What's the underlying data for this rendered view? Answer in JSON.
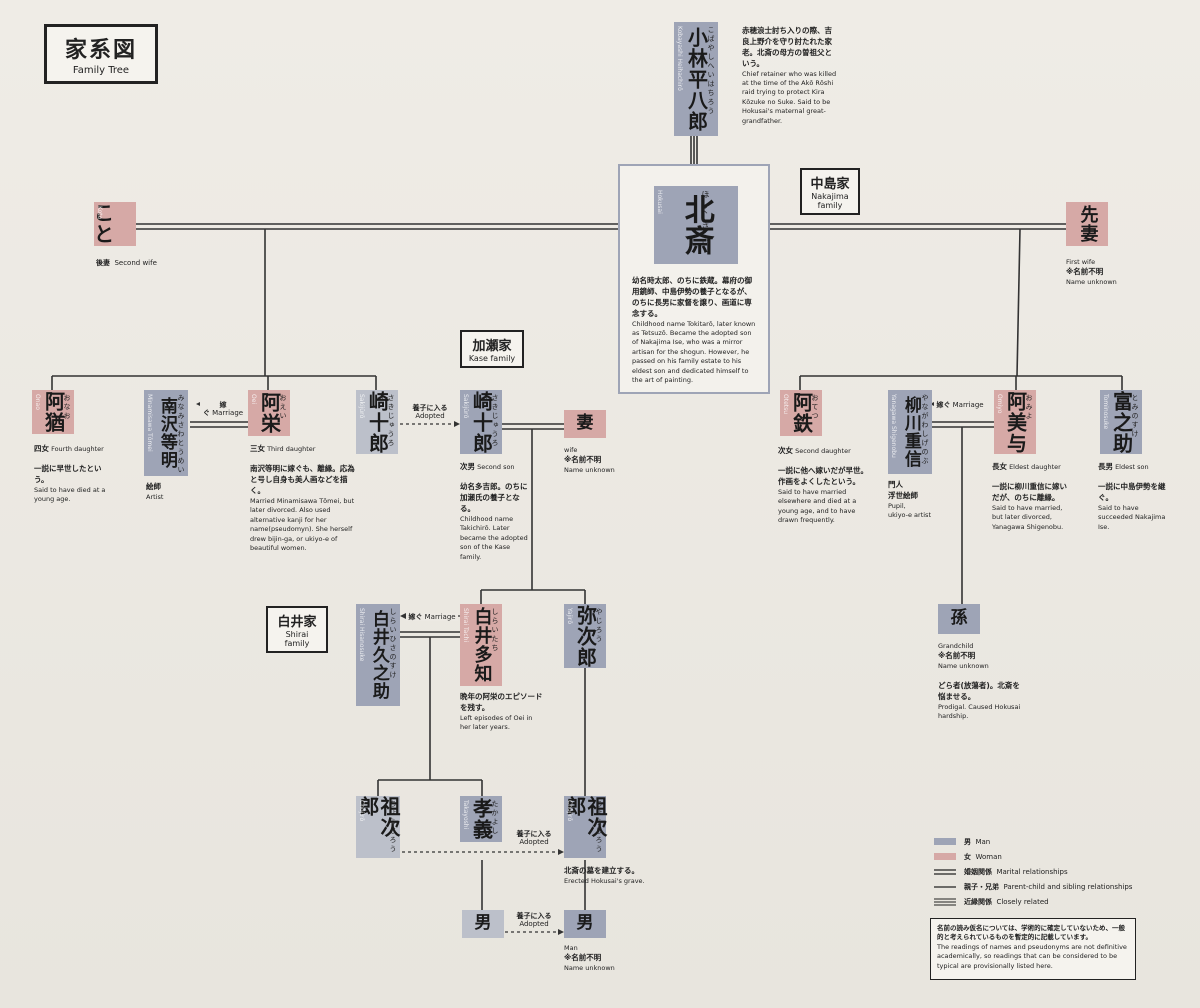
{
  "header": {
    "title_jp": "家系図",
    "title_en": "Family Tree"
  },
  "families": {
    "nakajima": {
      "jp": "中島家",
      "en": "Nakajima family"
    },
    "kase": {
      "jp": "加瀬家",
      "en": "Kase family"
    },
    "shirai": {
      "jp": "白井家",
      "en": "Shirai family"
    }
  },
  "people": {
    "kobayashi": {
      "name": "小林平八郎",
      "romaji": "Kobayashi Heihachirō",
      "kana": "こばやしへいはちろう",
      "desc_jp": "赤穂浪士討ち入りの際、吉良上野介を守り討たれた家老。北斎の母方の曽祖父という。",
      "desc_en": "Chief retainer who was killed at the time of the Akō Rōshi raid trying to protect Kira Kōzuke no Suke. Said to be Hokusai's maternal great-grandfather."
    },
    "hokusai": {
      "name": "北斎",
      "romaji": "Hokusai",
      "kana": "ほくさい",
      "desc_jp": "幼名時太郎、のちに鉄蔵。幕府の御用鏡師、中島伊勢の養子となるが、のちに長男に家督を譲り、画道に専念する。",
      "desc_en": "Childhood name Tokitarō, later known as Tetsuzō. Became the adopted son of Nakajima Ise, who was a mirror artisan for the shogun. However, he passed on his family estate to his eldest son and dedicated himself to the art of painting."
    },
    "koto": {
      "name": "こと",
      "romaji": "Koto",
      "role_jp": "後妻",
      "role_en": "Second wife"
    },
    "sensai": {
      "name": "先妻",
      "role_en": "First wife",
      "note_jp": "※名前不明",
      "note_en": "Name unknown"
    },
    "onao": {
      "name": "阿猶",
      "romaji": "Onao",
      "kana": "おなお",
      "role_jp": "四女",
      "role_en": "Fourth daughter",
      "desc_jp": "一説に早世したという。",
      "desc_en": "Said to have died at a young age."
    },
    "tomei": {
      "name": "南沢等明",
      "romaji": "Minamisawa Tōmei",
      "kana": "みなみさわとうめい",
      "role_jp": "絵師",
      "role_en": "Artist"
    },
    "oei": {
      "name": "阿栄",
      "romaji": "Oei",
      "kana": "おえい",
      "role_jp": "三女",
      "role_en": "Third daughter",
      "desc_jp": "南沢等明に嫁ぐも、離縁。応為と号し自身も美人画などを描く。",
      "desc_en": "Married Minamisawa Tōmei, but later divorced. Also used alternative kanji for her name(pseudomyn). She herself drew bijin-ga, or ukiyo-e of beautiful women."
    },
    "sakijuro1": {
      "name": "崎十郎",
      "romaji": "Sakijūrō",
      "kana": "さきじゅうろう"
    },
    "sakijuro2": {
      "name": "崎十郎",
      "romaji": "Sakijūrō",
      "kana": "さきじゅうろう",
      "role_jp": "次男",
      "role_en": "Second son",
      "desc_jp": "幼名多吉郎。のちに加瀬氏の養子となる。",
      "desc_en": "Childhood name Takichirō. Later became the adopted son of the Kase family."
    },
    "tsuma": {
      "name": "妻",
      "role_en": "wife",
      "note_jp": "※名前不明",
      "note_en": "Name unknown"
    },
    "otetsu": {
      "name": "阿鉄",
      "romaji": "Otetsu",
      "kana": "おてつ",
      "role_jp": "次女",
      "role_en": "Second daughter",
      "desc_jp": "一説に他へ嫁いだが早世。作画をよくしたという。",
      "desc_en": "Said to have married elsewhere and died at a young age, and to have drawn frequently."
    },
    "shigenobu": {
      "name": "柳川重信",
      "romaji": "Yanagawa Shigenobu",
      "kana": "やながわしげのぶ",
      "role_jp": "門人\n浮世絵師",
      "role_en": "Pupil,\nukiyo-e artist"
    },
    "omiyo": {
      "name": "阿美与",
      "romaji": "Omiyo",
      "kana": "おみよ",
      "role_jp": "長女",
      "role_en": "Eldest daughter",
      "desc_jp": "一説に柳川重信に嫁いだが、のちに離縁。",
      "desc_en": "Said to have married, but later divorced, Yanagawa Shigenobu."
    },
    "tominosuke": {
      "name": "富之助",
      "romaji": "Tominosuke",
      "kana": "とみのすけ",
      "role_jp": "長男",
      "role_en": "Eldest son",
      "desc_jp": "一説に中島伊勢を継ぐ。",
      "desc_en": "Said to have succeeded Nakajima Ise."
    },
    "mago": {
      "name": "孫",
      "role_en": "Grandchild",
      "note_jp": "※名前不明",
      "note_en": "Name unknown",
      "desc_jp": "どら者(放蕩者)。北斎を悩ませる。",
      "desc_en": "Prodigal. Caused Hokusai hardship."
    },
    "hisanosuke": {
      "name": "白井久之助",
      "romaji": "Shirai Hisanosuke",
      "kana": "しらいひさのすけ"
    },
    "tachi": {
      "name": "白井多知",
      "romaji": "Shirai Tachi",
      "kana": "しらいたち",
      "desc_jp": "晩年の阿栄のエピソードを残す。",
      "desc_en": "Left episodes of Oei in her later years."
    },
    "yajiro": {
      "name": "弥次郎",
      "romaji": "Yajirō",
      "kana": "やじろう"
    },
    "chojiro1": {
      "name": "祖次郎",
      "romaji": "Chōjirō",
      "kana": "ちょうじろう"
    },
    "takayoshi": {
      "name": "孝義",
      "romaji": "Takayoshi",
      "kana": "たかよし"
    },
    "chojiro2": {
      "name": "祖次郎",
      "romaji": "Chōjirō",
      "kana": "ちょうじろう",
      "desc_jp": "北斎の墓を建立する。",
      "desc_en": "Erected Hokusai's grave."
    },
    "otoko1": {
      "name": "男"
    },
    "otoko2": {
      "name": "男",
      "role_en": "Man",
      "note_jp": "※名前不明",
      "note_en": "Name unknown"
    }
  },
  "labels": {
    "marriage_jp": "嫁ぐ",
    "marriage_en": "Marriage",
    "adopted_jp": "養子に入る",
    "adopted_en": "Adopted"
  },
  "legend": [
    {
      "jp": "男",
      "en": "Man",
      "color": "#9ea4b6"
    },
    {
      "jp": "女",
      "en": "Woman",
      "color": "#d6a9a6"
    },
    {
      "jp": "婚姻関係",
      "en": "Marital relationships"
    },
    {
      "jp": "親子・兄弟",
      "en": "Parent-child and sibling relationships"
    },
    {
      "jp": "近縁関係",
      "en": "Closely related"
    }
  ],
  "note": {
    "jp": "名前の読み仮名については、学術的に確定していないため、一般的と考えられているものを暫定的に記載しています。",
    "en": "The readings of names and pseudonyms are not definitive academically, so readings that can be considered to be typical are provisionally listed here."
  }
}
